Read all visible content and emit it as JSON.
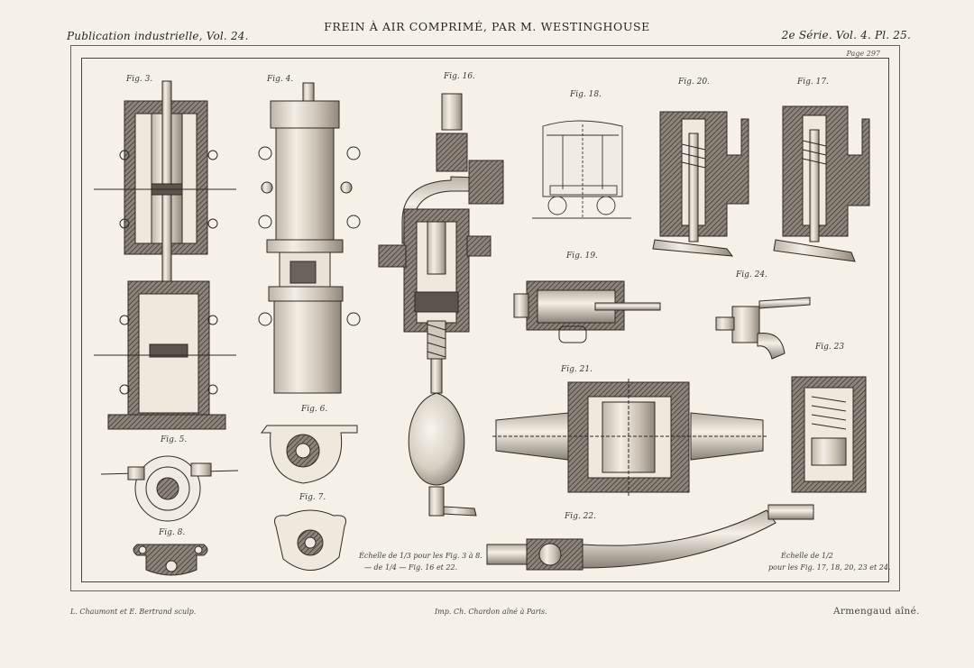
{
  "header": {
    "title": "FREIN À AIR COMPRIMÉ, PAR M. WESTINGHOUSE",
    "left": "Publication industrielle, Vol. 24.",
    "right": "2e Série. Vol. 4. Pl. 25."
  },
  "page_ref": "Page 297",
  "figures": {
    "fig3": "Fig. 3.",
    "fig4": "Fig. 4.",
    "fig16": "Fig. 16.",
    "fig18": "Fig. 18.",
    "fig20": "Fig. 20.",
    "fig17": "Fig. 17.",
    "fig19": "Fig. 19.",
    "fig24": "Fig. 24.",
    "fig23": "Fig. 23",
    "fig21": "Fig. 21.",
    "fig6": "Fig. 6.",
    "fig5": "Fig. 5.",
    "fig7": "Fig. 7.",
    "fig8": "Fig. 8.",
    "fig22": "Fig. 22."
  },
  "scales": {
    "left_line1": "Échelle de 1/3 pour les Fig. 3 à 8.",
    "left_line2": "— de 1/4 — Fig. 16 et 22.",
    "right_line1": "Échelle de 1/2",
    "right_line2": "pour les Fig. 17, 18, 20, 23 et 24."
  },
  "footer": {
    "left": "L. Chaumont et E. Bertrand sculp.",
    "center": "Imp. Ch. Chardon aîné à Paris.",
    "right": "Armengaud aîné."
  },
  "colors": {
    "paper": "#f6f1e6",
    "ink": "#2a2622",
    "section_fill": "#6f6860",
    "metal_light": "#d8d2c6"
  }
}
